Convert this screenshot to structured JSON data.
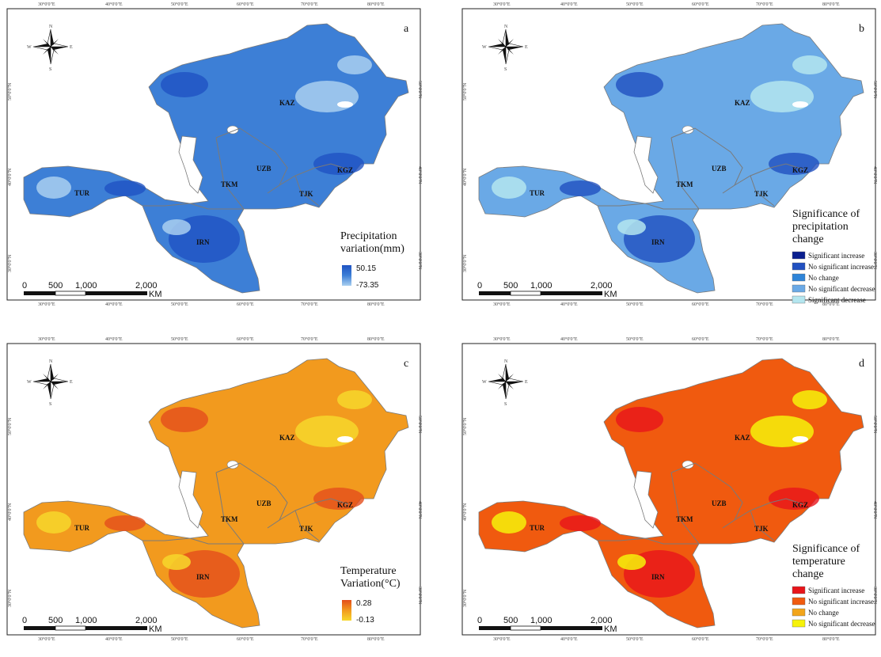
{
  "graticule": {
    "lon_labels": [
      "30°0'0\"E",
      "40°0'0\"E",
      "50°0'0\"E",
      "60°0'0\"E",
      "70°0'0\"E",
      "80°0'0\"E"
    ],
    "lat_labels": [
      "50°0'0\"N",
      "40°0'0\"N",
      "30°0'0\"N"
    ]
  },
  "north_arrow": {
    "n": "N",
    "s": "S",
    "e": "E",
    "w": "W"
  },
  "countries": {
    "kaz": "KAZ",
    "uzb": "UZB",
    "tkm": "TKM",
    "kgz": "KGZ",
    "tjk": "TJK",
    "tur": "TUR",
    "irn": "IRN"
  },
  "scalebar": {
    "t0": "0",
    "t1": "500",
    "t2": "1,000",
    "t3": "2,000",
    "unit": "KM"
  },
  "panels": [
    {
      "letter": "a",
      "legend": {
        "title_line1": "Precipitation",
        "title_line2": "variation(mm)",
        "max": "50.15",
        "min": "-73.35"
      },
      "colors": {
        "base": "#3d7fd6",
        "dark": "#1f53c3",
        "light": "#a9cff0"
      }
    },
    {
      "letter": "b",
      "legend": {
        "title_line1": "Significance of",
        "title_line2": "precipitation",
        "title_line3": "change",
        "items": [
          {
            "label": "Significant increase",
            "color": "#0a1f8f"
          },
          {
            "label": "No significant increase",
            "color": "#2150c0"
          },
          {
            "label": "No change",
            "color": "#2e84d8"
          },
          {
            "label": "No significant decrease",
            "color": "#6aa9e6"
          },
          {
            "label": "Significant decrease",
            "color": "#b4e6ef"
          }
        ]
      },
      "colors": {
        "base": "#6aa9e6",
        "dark": "#2150c0",
        "light": "#b4e6ef"
      }
    },
    {
      "letter": "c",
      "legend": {
        "title_line1": "Temperature",
        "title_line2": "Variation(°C)",
        "max": "0.28",
        "min": "-0.13"
      },
      "colors": {
        "base": "#f29a1e",
        "dark": "#e34d1b",
        "light": "#f7d72c"
      }
    },
    {
      "letter": "d",
      "legend": {
        "title_line1": "Significance of",
        "title_line2": "temperature",
        "title_line3": "change",
        "items": [
          {
            "label": "Significant increase",
            "color": "#e8141a"
          },
          {
            "label": "No significant increase",
            "color": "#f05a0f"
          },
          {
            "label": "No change",
            "color": "#f2a51a"
          },
          {
            "label": "No significant decrease",
            "color": "#f6f20a"
          }
        ]
      },
      "colors": {
        "base": "#f05a0f",
        "dark": "#e8141a",
        "light": "#f6f20a"
      }
    }
  ]
}
